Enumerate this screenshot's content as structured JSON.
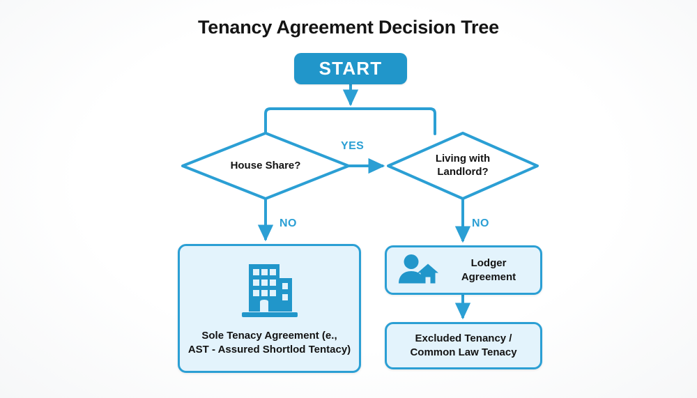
{
  "page": {
    "title": "Tenancy Agreement Decision Tree",
    "background_color": "#fdfdfd"
  },
  "theme": {
    "accent_blue": "#2b9fd4",
    "start_fill": "#2196ca",
    "box_fill": "#e3f3fc",
    "text_dark": "#131313",
    "text_light": "#ffffff"
  },
  "nodes": {
    "start": {
      "label": "START",
      "shape": "rounded-rectangle",
      "fill": "#2196ca",
      "text_color": "#ffffff"
    },
    "decision_house_share": {
      "label": "House Share?",
      "shape": "diamond",
      "fill": "#ffffff",
      "stroke": "#2b9fd4"
    },
    "decision_living_with_landlord": {
      "label_line1": "Living with",
      "label_line2": "Landlord?",
      "shape": "diamond",
      "fill": "#ffffff",
      "stroke": "#2b9fd4"
    },
    "outcome_sole_tenancy": {
      "label_line1": "Sole Tenacy Agreement (e.,",
      "label_line2": "AST - Assured Shortlod Tentacy)",
      "shape": "rounded-rectangle",
      "fill": "#e3f3fc",
      "stroke": "#2b9fd4",
      "icon": "office-building-icon"
    },
    "outcome_lodger_agreement": {
      "label_line1": "Lodger",
      "label_line2": "Agreement",
      "shape": "rounded-rectangle",
      "fill": "#e3f3fc",
      "stroke": "#2b9fd4",
      "icon": "person-with-house-icon"
    },
    "outcome_excluded_tenancy": {
      "label_line1": "Excluded Tenancy /",
      "label_line2": "Common Law Tenacy",
      "shape": "rounded-rectangle",
      "fill": "#e3f3fc",
      "stroke": "#2b9fd4"
    }
  },
  "edges": {
    "yes_label": "YES",
    "no_label_left": "NO",
    "no_label_right": "NO"
  },
  "chart_data": {
    "type": "diagram",
    "title": "Tenancy Agreement Decision Tree",
    "flow": [
      {
        "from": "START",
        "to": "split-bar",
        "label": ""
      },
      {
        "from": "split-bar",
        "to": "House Share?",
        "label": ""
      },
      {
        "from": "split-bar",
        "to": "Living with Landlord?",
        "label": ""
      },
      {
        "from": "House Share?",
        "to": "Living with Landlord?",
        "label": "YES"
      },
      {
        "from": "House Share?",
        "to": "Sole Tenacy Agreement (e., AST - Assured Shortlod Tentacy)",
        "label": "NO"
      },
      {
        "from": "Living with Landlord?",
        "to": "Lodger Agreement",
        "label": "NO"
      },
      {
        "from": "Lodger Agreement",
        "to": "Excluded Tenancy / Common Law Tenacy",
        "label": ""
      }
    ]
  }
}
